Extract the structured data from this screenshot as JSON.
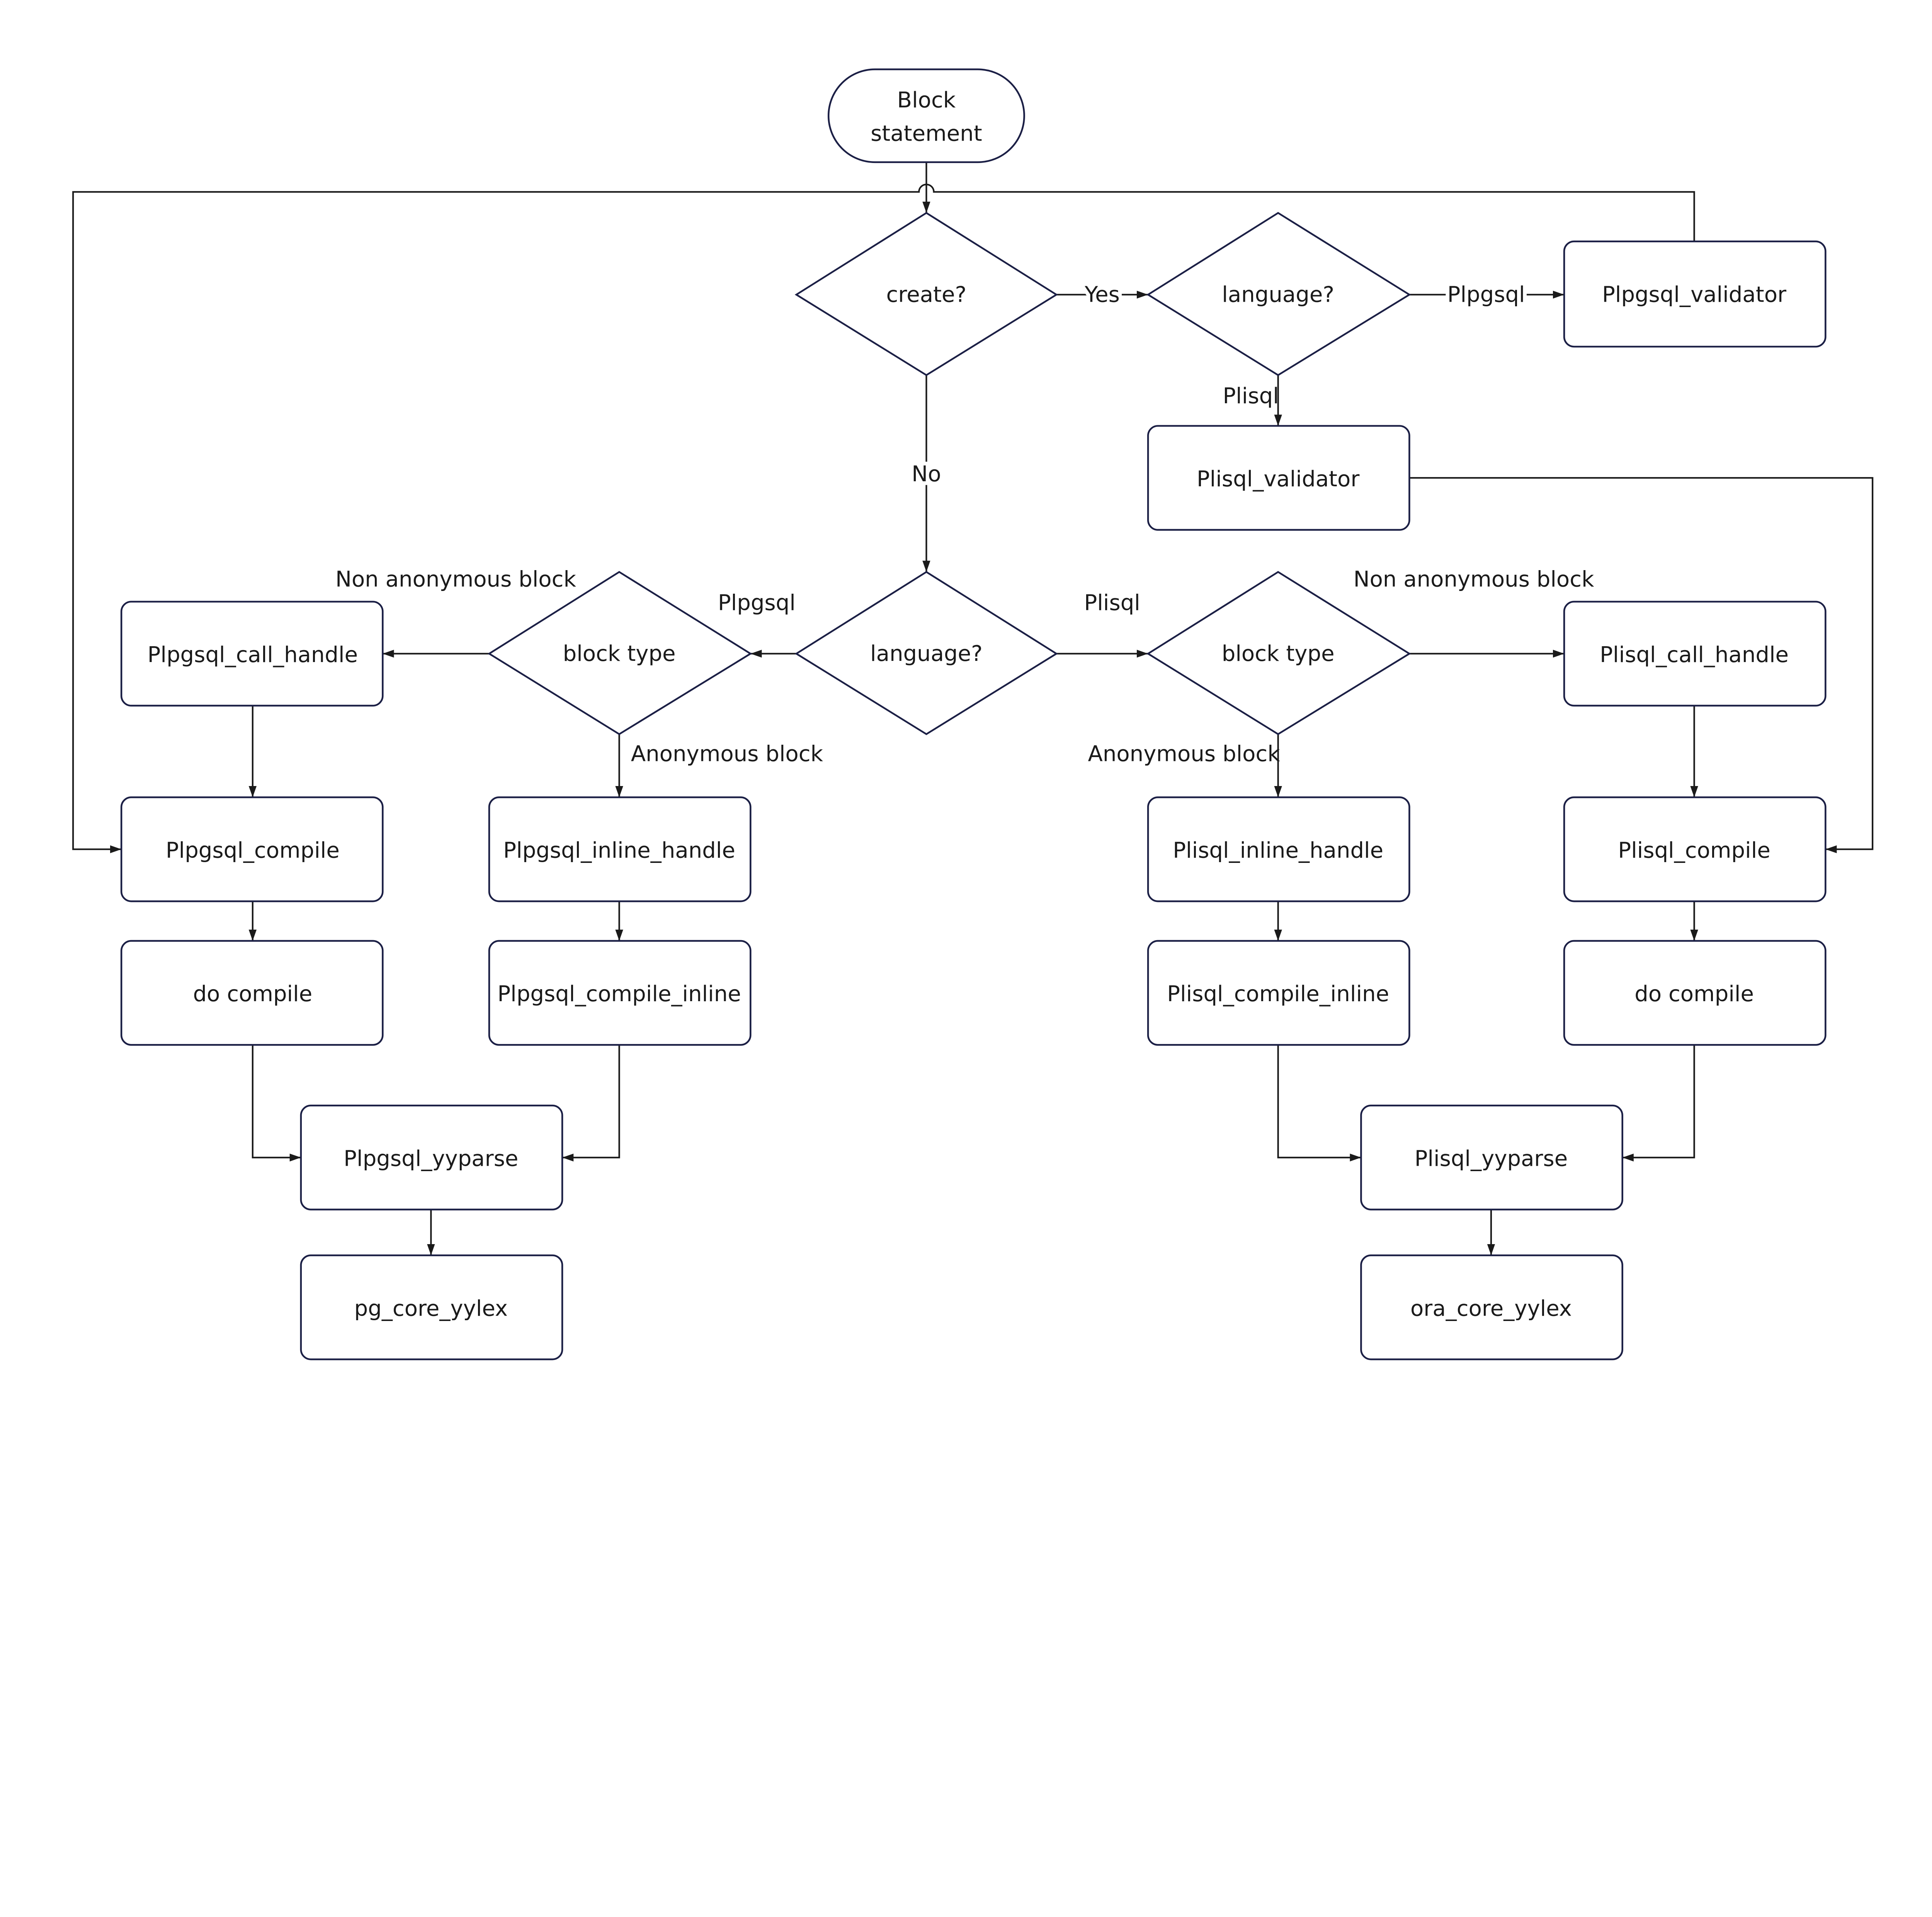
{
  "nodes": {
    "start_line1": "Block",
    "start_line2": "statement",
    "create": "create?",
    "language_top": "language?",
    "plpgsql_validator": "Plpgsql_validator",
    "plisql_validator": "Plisql_validator",
    "language_mid": "language?",
    "block_type_left": "block type",
    "block_type_right": "block type",
    "plpgsql_call_handle": "Plpgsql_call_handle",
    "plisql_call_handle": "Plisql_call_handle",
    "plpgsql_compile": "Plpgsql_compile",
    "plpgsql_inline_handle": "Plpgsql_inline_handle",
    "plisql_inline_handle": "Plisql_inline_handle",
    "plisql_compile": "Plisql_compile",
    "do_compile_left": "do compile",
    "plpgsql_compile_inline": "Plpgsql_compile_inline",
    "plisql_compile_inline": "Plisql_compile_inline",
    "do_compile_right": "do compile",
    "plpgsql_yyparse": "Plpgsql_yyparse",
    "plisql_yyparse": "Plisql_yyparse",
    "pg_core_yylex": "pg_core_yylex",
    "ora_core_yylex": "ora_core_yylex"
  },
  "edge_labels": {
    "yes": "Yes",
    "no": "No",
    "top_plpgsql": "Plpgsql",
    "top_plisql": "Plisql",
    "mid_plpgsql": "Plpgsql",
    "mid_plisql": "Plisql",
    "left_non_anon": "Non anonymous block",
    "left_anon": "Anonymous block",
    "right_non_anon": "Non anonymous block",
    "right_anon": "Anonymous block"
  },
  "colors": {
    "node_stroke": "#1b1f45",
    "edge": "#1a1a1a",
    "background": "#ffffff"
  }
}
